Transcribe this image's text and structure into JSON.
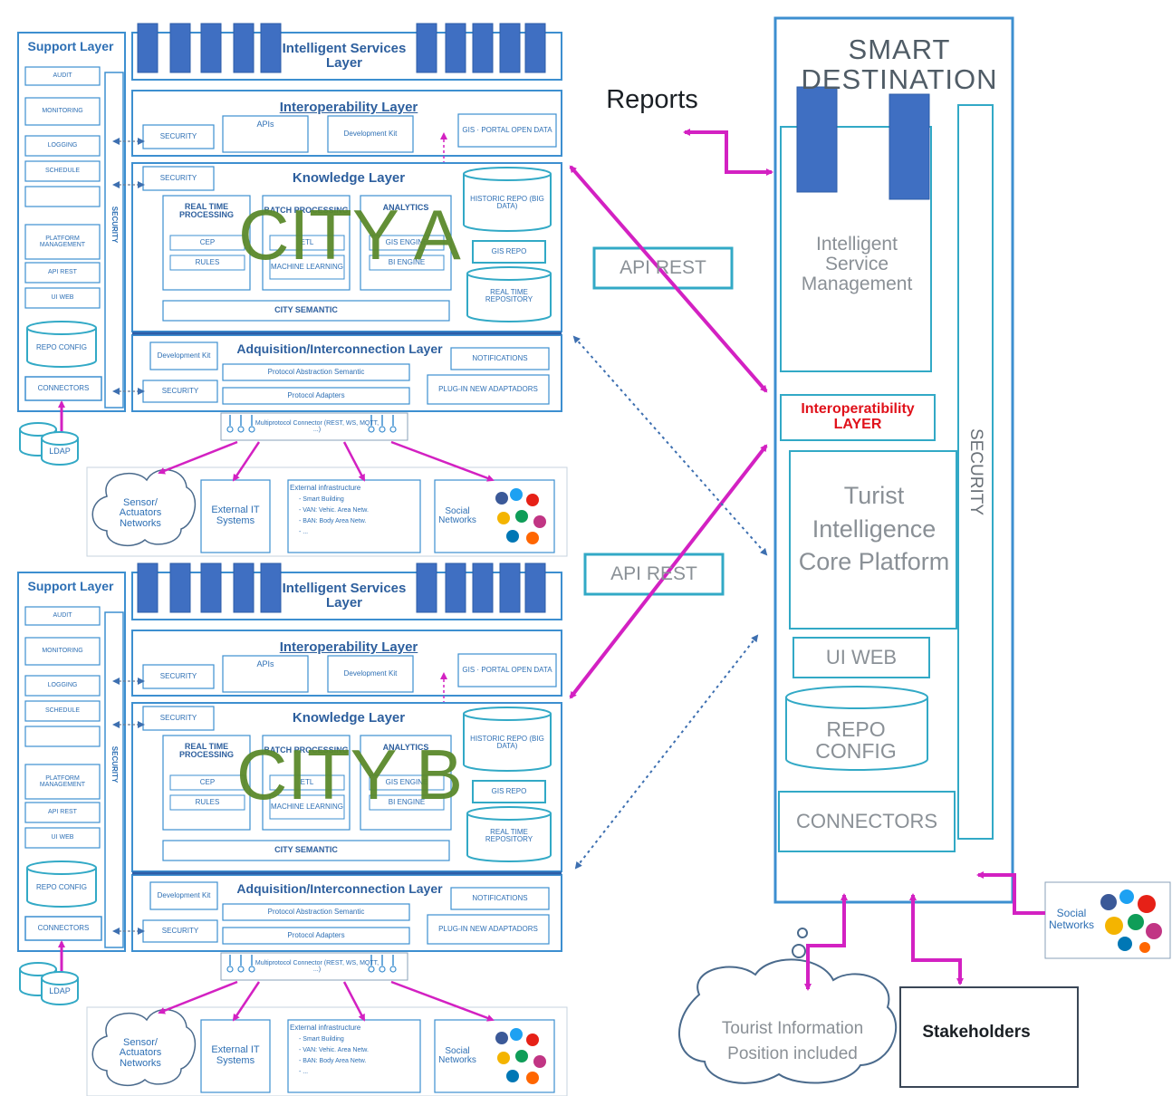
{
  "colors": {
    "line_blue": "#3d8fd0",
    "cyan": "#32a9c6",
    "block_blue": "#3f6fc2",
    "magenta": "#d321c2",
    "city_label_green": "#5b8a2c",
    "dark_blue_text": "#2d5f9e",
    "red": "#e0121b"
  },
  "icons": {
    "repo_cylinder": "database-cylinder-icon",
    "cloud": "cloud-icon",
    "social_collage": "social-networks-collage-icon",
    "plug_connectors": "plug-connector-icon"
  },
  "city_a": {
    "label": "CITY A",
    "support_layer": "Support Layer",
    "support_items": [
      "AUDIT",
      "MONITORING",
      "LOGGING",
      "SCHEDULE",
      "PLATFORM MANAGEMENT",
      "API REST",
      "UI WEB"
    ],
    "support_repo": "REPO CONFIG",
    "support_connectors": "CONNECTORS",
    "security_vertical": "SECURITY",
    "ldap": "LDAP",
    "intelligent_services": "Intelligent Services Layer",
    "interoperability_layer": "Interoperability Layer",
    "security_box": "SECURITY",
    "apis": "APIs",
    "development_kit": "Development Kit",
    "gis_portal": "GIS · PORTAL OPEN DATA",
    "knowledge_layer": "Knowledge Layer",
    "real_time_processing": "REAL TIME PROCESSING",
    "batch_processing": "BATCH PROCESSING",
    "analytics": "ANALYTICS",
    "cep": "CEP",
    "rules": "RULES",
    "etl": "ETL",
    "machine_learning": "MACHINE LEARNING",
    "gis_engine": "GIS ENGINE",
    "bi_engine": "BI ENGINE",
    "city_semantic": "CITY SEMANTIC",
    "historic_repo": "HISTORIC REPO (BIG DATA)",
    "gis_repo": "GIS REPO",
    "real_time_repository": "REAL TIME REPOSITORY",
    "acquisition_layer": "Adquisition/Interconnection Layer",
    "acq_dev_kit": "Development Kit",
    "protocol_abstraction": "Protocol Abstraction Semantic",
    "protocol_adapters": "Protocol Adapters",
    "notifications": "NOTIFICATIONS",
    "plug_in": "PLUG-IN NEW ADAPTADORS",
    "multiprotocol": "Multiprotocol Connector (REST, WS, MQTT, ...)",
    "sensor_networks": "Sensor/ Actuators Networks",
    "external_it": "External IT Systems",
    "external_infra_title": "External infrastructure",
    "external_infra_items": [
      "- Smart Building",
      "- VAN: Vehic. Area Netw.",
      "- BAN: Body Area Netw.",
      "- ..."
    ],
    "social_networks": "Social Networks"
  },
  "city_b": {
    "label": "CITY B"
  },
  "api_rest_a": "API REST",
  "api_rest_b": "API REST",
  "reports": "Reports",
  "smart_destination": {
    "title": "SMART DESTINATION",
    "intelligent_service_management": "Intelligent Service Management",
    "interoperability_layer": "Interoperatibility LAYER",
    "core_platform": "Turist Intelligence Core Platform",
    "ui_web": "UI WEB",
    "repo_config": "REPO CONFIG",
    "connectors": "CONNECTORS",
    "security": "SECURITY"
  },
  "tourist_information": "Tourist Information Position included",
  "stakeholders": "Stakeholders",
  "social_networks_right": "Social Networks"
}
